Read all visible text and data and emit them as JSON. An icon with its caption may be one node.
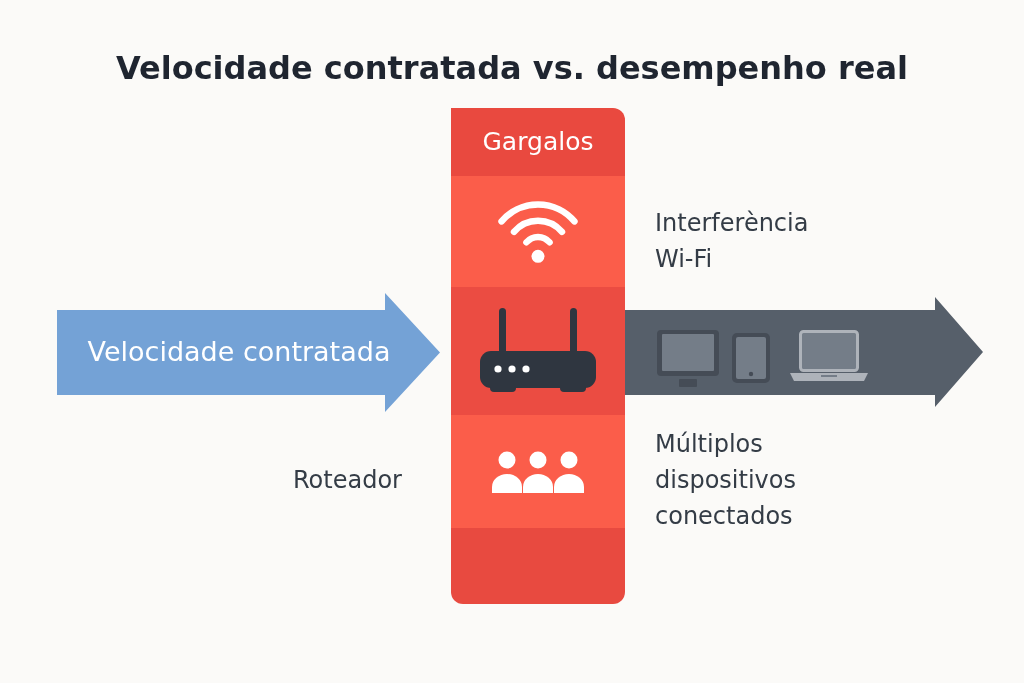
{
  "diagram": {
    "title": "Velocidade contratada vs. desempenho real",
    "nodes": [
      {
        "text": [
          "Velocidade contratada"
        ]
      },
      {
        "text": [
          "Gargalos"
        ]
      },
      {
        "text": [],
        "shape": "box"
      },
      {
        "text": [],
        "shape": "box"
      },
      {
        "text": [],
        "shape": "box"
      },
      {
        "text": [],
        "shape": "box"
      },
      {
        "text": [],
        "shape": "arrow"
      }
    ],
    "labels": [
      "Interferència Wi-Fi",
      "Roteador",
      "Múltiplos dispositivos conectados"
    ]
  }
}
